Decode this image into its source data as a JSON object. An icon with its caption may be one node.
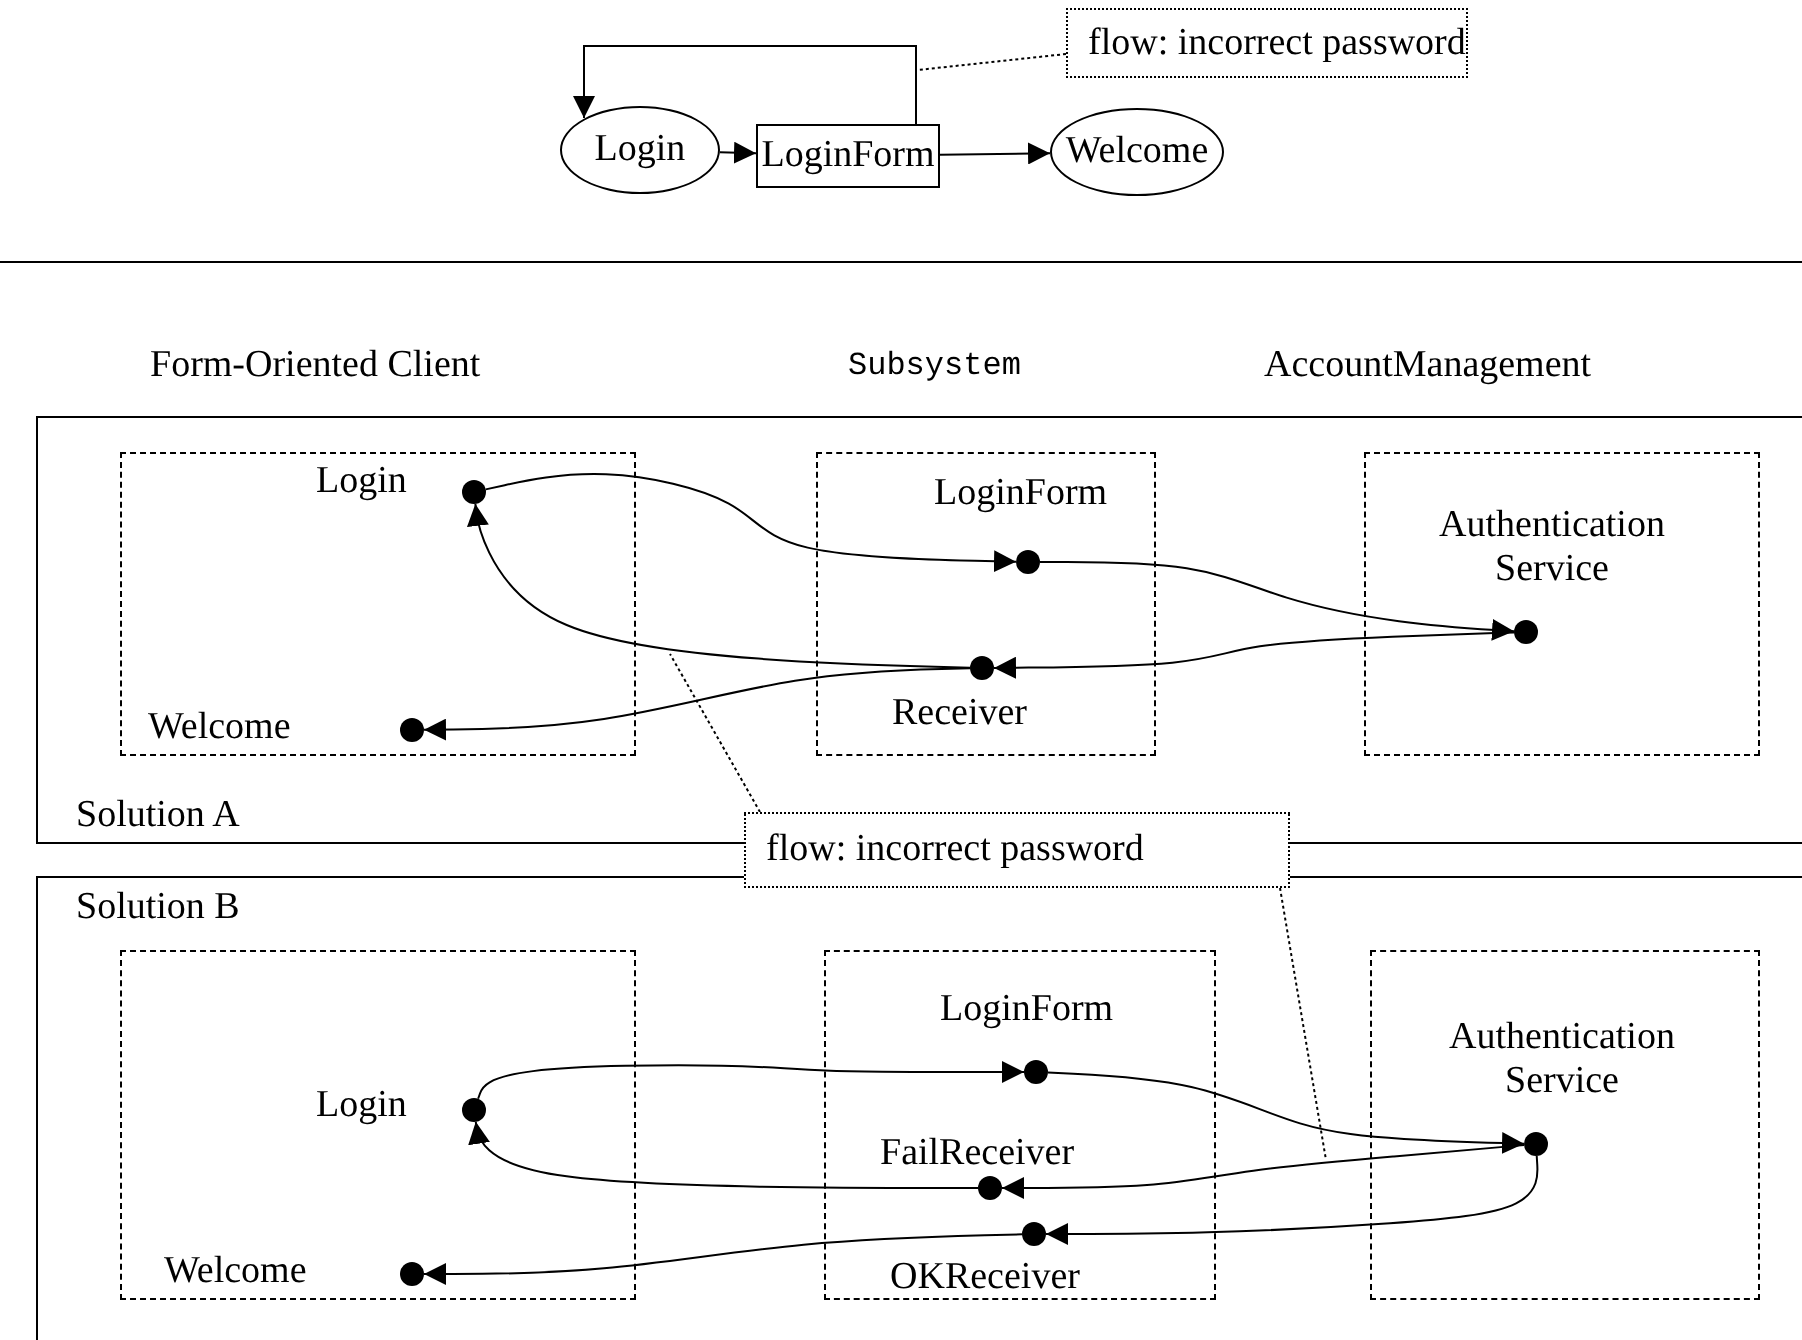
{
  "diagram": {
    "nodes": [
      {
        "text": [
          "Login"
        ]
      },
      {
        "text": [
          "LoginForm"
        ]
      },
      {
        "text": [
          "Welcome"
        ]
      },
      {
        "text": [
          "flow: incorrect password"
        ]
      },
      {
        "text": [
          "Solution A"
        ]
      },
      {
        "text": [],
        "shape": "box",
        "in": 4
      },
      {
        "text": [],
        "shape": "box",
        "in": 4
      },
      {
        "text": [],
        "shape": "box",
        "in": 4
      },
      {
        "text": [],
        "shape": "circle",
        "in": 5,
        "beside": [
          "Login"
        ]
      },
      {
        "text": [],
        "shape": "circle",
        "in": 5,
        "beside": [
          "Welcome"
        ]
      },
      {
        "text": [],
        "shape": "circle",
        "in": 6,
        "beside": [
          "LoginForm"
        ]
      },
      {
        "text": [],
        "shape": "circle",
        "in": 6,
        "beside": [
          "Receiver"
        ]
      },
      {
        "text": [],
        "shape": "circle",
        "in": 7,
        "beside": [
          "Authentication Service"
        ]
      },
      {
        "text": [
          "flow: incorrect password"
        ]
      },
      {
        "text": [
          "Solution B"
        ]
      },
      {
        "text": [],
        "shape": "box",
        "in": 14
      },
      {
        "text": [],
        "shape": "box",
        "in": 14
      },
      {
        "text": [],
        "shape": "box",
        "in": 14
      },
      {
        "text": [],
        "shape": "circle",
        "in": 15,
        "beside": [
          "Login"
        ]
      },
      {
        "text": [],
        "shape": "circle",
        "in": 15,
        "beside": [
          "Welcome"
        ]
      },
      {
        "text": [],
        "shape": "circle",
        "in": 16,
        "beside": [
          "LoginForm"
        ]
      },
      {
        "text": [],
        "shape": "circle",
        "in": 16,
        "beside": [
          "FailReceiver"
        ]
      },
      {
        "text": [],
        "shape": "circle",
        "in": 16,
        "beside": [
          "OKReceiver"
        ]
      },
      {
        "text": [],
        "shape": "circle",
        "in": 17,
        "beside": [
          "Authentication Service"
        ]
      }
    ],
    "edges": [
      {
        "from": 0,
        "to": 1,
        "arrow": "to"
      },
      {
        "from": 1,
        "to": 2,
        "arrow": "to"
      },
      {
        "from": 1,
        "to": 0,
        "arrow": "to"
      },
      {
        "from": 3,
        "to": null,
        "arrow": "none",
        "style": "dashed"
      },
      {
        "from": 8,
        "to": 10,
        "arrow": "to"
      },
      {
        "from": 10,
        "to": 12,
        "arrow": "to"
      },
      {
        "from": 12,
        "to": 11,
        "arrow": "to"
      },
      {
        "from": 11,
        "to": 8,
        "arrow": "to"
      },
      {
        "from": 11,
        "to": 9,
        "arrow": "to"
      },
      {
        "from": 13,
        "to": null,
        "arrow": "none",
        "style": "dashed"
      },
      {
        "from": 13,
        "to": null,
        "arrow": "none",
        "style": "dashed"
      },
      {
        "from": 18,
        "to": 20,
        "arrow": "to"
      },
      {
        "from": 20,
        "to": 23,
        "arrow": "to"
      },
      {
        "from": 23,
        "to": 21,
        "arrow": "to"
      },
      {
        "from": 21,
        "to": 18,
        "arrow": "to"
      },
      {
        "from": 23,
        "to": 22,
        "arrow": "to"
      },
      {
        "from": 22,
        "to": 19,
        "arrow": "to"
      }
    ],
    "labels": [
      "Form-Oriented Client",
      "Subsystem",
      "AccountManagement"
    ]
  }
}
